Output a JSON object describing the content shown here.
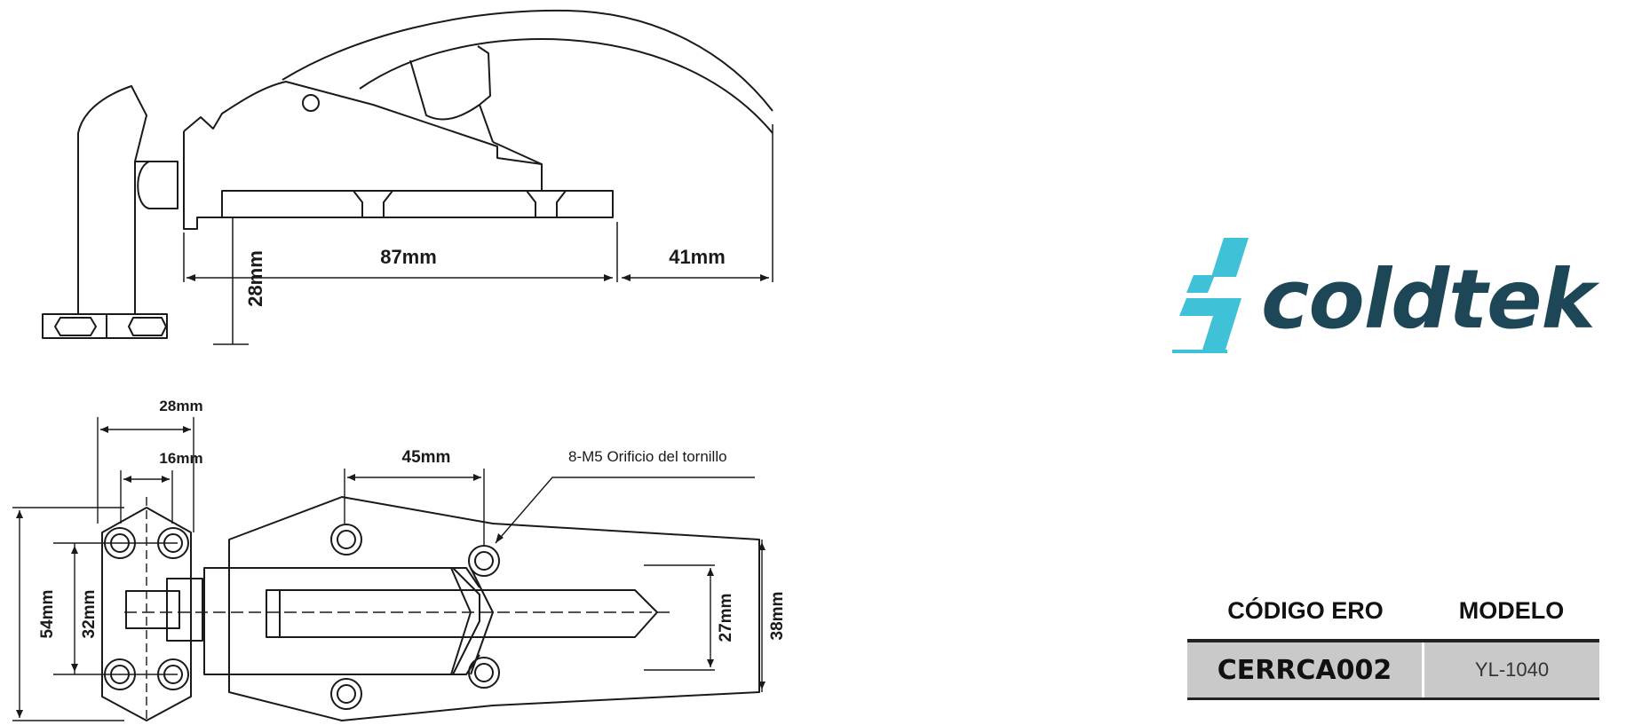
{
  "brand": {
    "name": "coldtek",
    "primary_color": "#1d4757",
    "accent_color": "#3fc1d8"
  },
  "top_view": {
    "dim_height": "28mm",
    "dim_length_a": "87mm",
    "dim_length_b": "41mm"
  },
  "front_view": {
    "dim_width_outer": "28mm",
    "dim_width_inner": "16mm",
    "dim_hole_spacing": "45mm",
    "hole_note": "8-M5 Orificio del tornillo",
    "dim_height_outer": "54mm",
    "dim_height_inner": "32mm",
    "dim_bolt_height": "27mm",
    "dim_plate_height": "38mm"
  },
  "spec_table": {
    "col_code": "CÓDIGO ERO",
    "col_model": "MODELO",
    "code": "CERRCA002",
    "model": "YL-1040"
  }
}
